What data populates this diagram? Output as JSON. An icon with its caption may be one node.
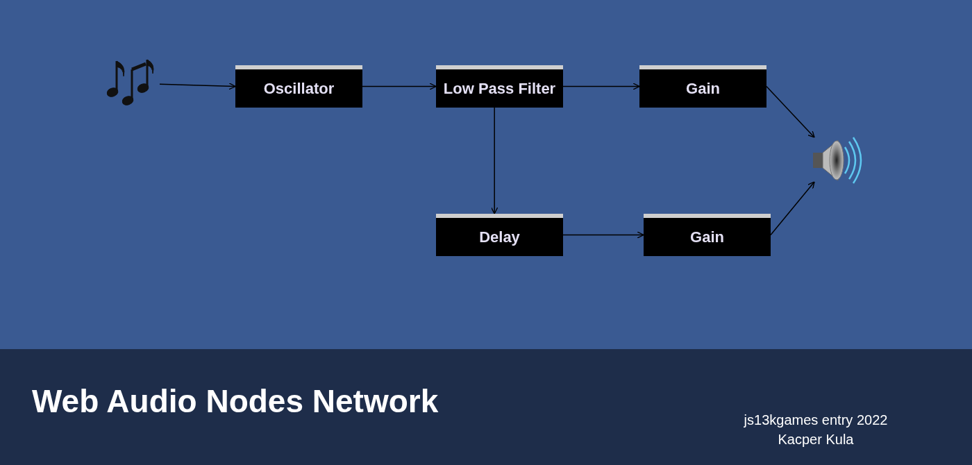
{
  "diagram": {
    "title": "Web Audio Nodes Network",
    "nodes": [
      {
        "text": [],
        "shape": "picture"
      },
      {
        "text": [
          "Oscillator"
        ]
      },
      {
        "text": [
          "Low Pass Filter"
        ]
      },
      {
        "text": [
          "Gain"
        ]
      },
      {
        "text": [],
        "shape": "picture"
      },
      {
        "text": [
          "Delay"
        ]
      },
      {
        "text": [
          "Gain"
        ]
      }
    ],
    "edges": [
      {
        "from": 0,
        "to": 1,
        "arrow": "to"
      },
      {
        "from": 1,
        "to": 2,
        "arrow": "to"
      },
      {
        "from": 2,
        "to": 3,
        "arrow": "to"
      },
      {
        "from": 3,
        "to": 4,
        "arrow": "to"
      },
      {
        "from": 2,
        "to": 5,
        "arrow": "to"
      },
      {
        "from": 5,
        "to": 6,
        "arrow": "to"
      },
      {
        "from": 6,
        "to": 4,
        "arrow": "to"
      }
    ],
    "labels": [
      "js13kgames entry 2022",
      "Kacper Kula"
    ]
  }
}
